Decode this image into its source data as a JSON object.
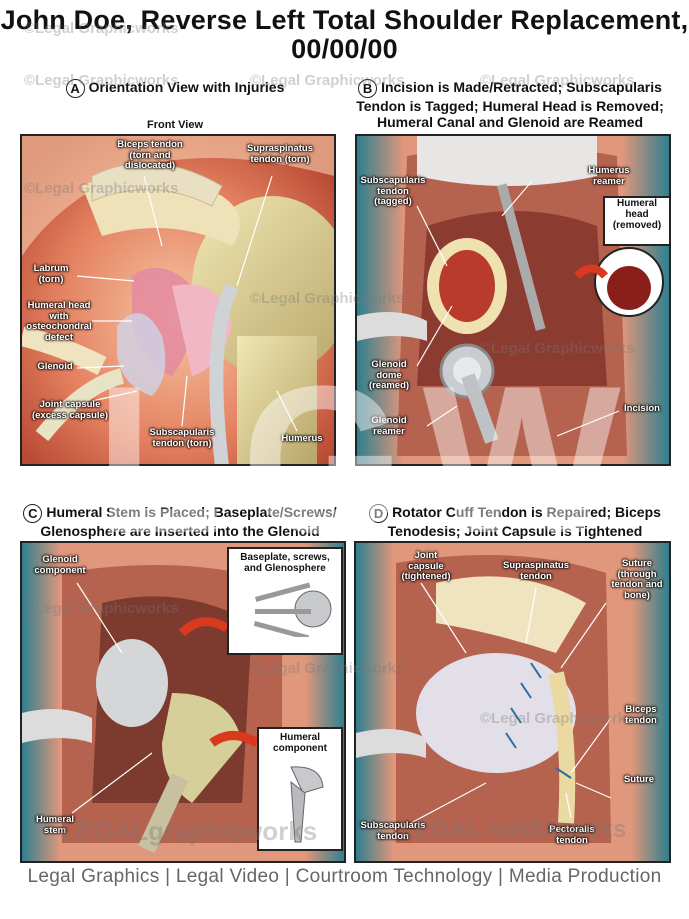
{
  "title": {
    "line1": "John Doe, Reverse Left Total Shoulder Replacement,",
    "line2": "00/00/00"
  },
  "panels": {
    "a": {
      "letter": "A",
      "heading": "Orientation View with Injuries",
      "subheading": "Front View",
      "labels": {
        "biceps": "Biceps tendon (torn and dislocated)",
        "supraspinatus": "Supraspinatus tendon (torn)",
        "labrum": "Labrum (torn)",
        "humeral_head": "Humeral head with osteochondral defect",
        "glenoid": "Glenoid",
        "joint_capsule": "Joint capsule (excess capsule)",
        "subscapularis": "Subscapularis tendon (torn)",
        "humerus": "Humerus"
      }
    },
    "b": {
      "letter": "B",
      "heading_line1": "Incision is Made/Retracted; Subscapularis",
      "heading_line2": "Tendon is Tagged; Humeral Head is Removed;",
      "heading_line3": "Humeral Canal and Glenoid are Reamed",
      "labels": {
        "subscapularis": "Subscapularis tendon (tagged)",
        "humerus_reamer": "Humerus reamer",
        "humeral_head": "Humeral head (removed)",
        "glenoid_dome": "Glenoid dome (reamed)",
        "glenoid_reamer": "Glenoid reamer",
        "incision": "Incision"
      }
    },
    "c": {
      "letter": "C",
      "heading_line1": "Humeral Stem is Placed; Baseplate/Screws/",
      "heading_line2": "Glenosphere are Inserted into the Glenoid",
      "labels": {
        "glenoid_component": "Glenoid component",
        "baseplate": "Baseplate, screws, and Glenosphere",
        "humeral_component": "Humeral component",
        "humeral_stem": "Humeral stem"
      }
    },
    "d": {
      "letter": "D",
      "heading_line1": "Rotator Cuff Tendon is Repaired; Biceps",
      "heading_line2": "Tenodesis; Joint Capsule is Tightened",
      "labels": {
        "joint_capsule": "Joint capsule (tightened)",
        "supraspinatus": "Supraspinatus tendon",
        "suture_top": "Suture (through tendon and bone)",
        "biceps": "Biceps tendon",
        "suture": "Suture",
        "subscapularis": "Subscapularis tendon",
        "pectoralis": "Pectoralis tendon"
      }
    }
  },
  "watermark": {
    "text": "©Legal Graphicworks",
    "big": "LGW",
    "bottom1": "LEGALgraphicworks",
    "bottom2": "LEGAL mediaworks"
  },
  "footer": "Legal Graphics | Legal Video | Courtroom Technology | Media Production"
}
